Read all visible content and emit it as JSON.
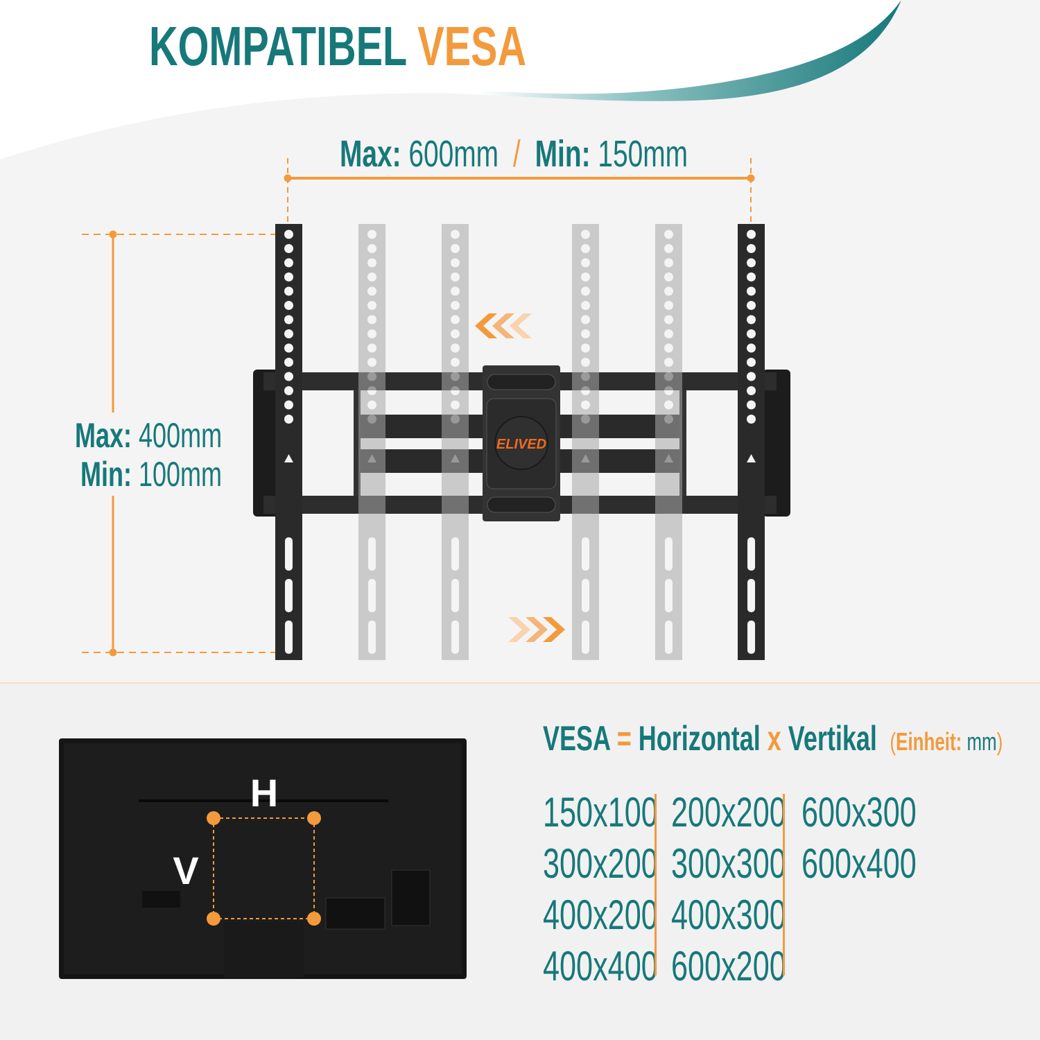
{
  "title": {
    "part1": "KOMPATIBEL",
    "part2": "VESA"
  },
  "horizontal_range": {
    "max_label": "Max:",
    "max_value": "600mm",
    "separator": "/",
    "min_label": "Min:",
    "min_value": "150mm"
  },
  "vertical_range": {
    "max_label": "Max:",
    "max_value": "400mm",
    "min_label": "Min:",
    "min_value": "100mm"
  },
  "brand_logo": "ELIVED",
  "formula": {
    "vesa": "VESA",
    "equals": "=",
    "horizontal": "Horizontal",
    "times": "x",
    "vertical": "Vertikal",
    "open": "(",
    "unit_label": "Einheit:",
    "unit": "mm",
    "close": ")"
  },
  "tv_labels": {
    "h": "H",
    "v": "V"
  },
  "vesa_sizes": [
    [
      "150x100",
      "300x200",
      "400x200",
      "400x400"
    ],
    [
      "200x200",
      "300x300",
      "400x300",
      "600x200"
    ],
    [
      "600x300",
      "600x400"
    ]
  ],
  "colors": {
    "teal": "#17787a",
    "orange": "#f39a3c",
    "bracket": "#2a2a2a",
    "ghost_rail": "#a9a9a9"
  }
}
